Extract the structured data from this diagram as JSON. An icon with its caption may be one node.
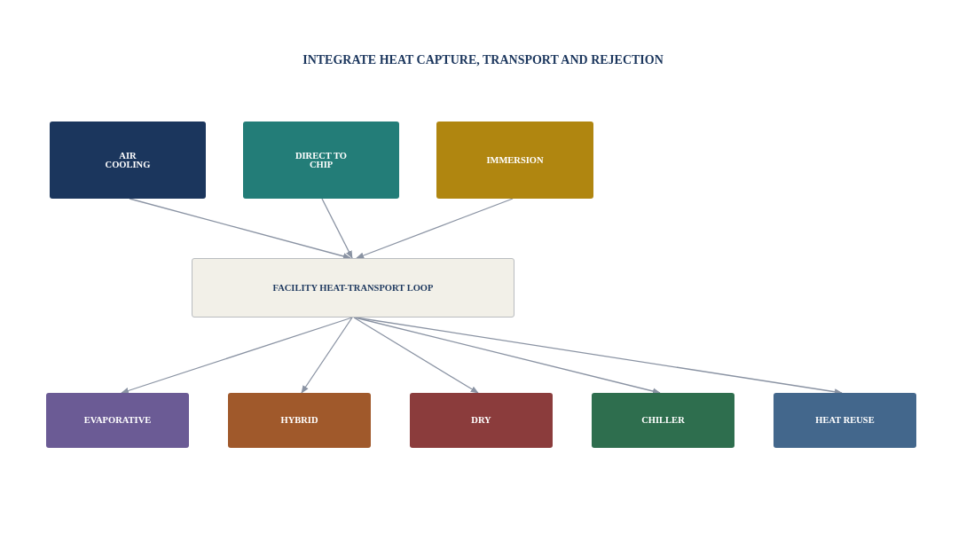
{
  "diagram": {
    "title": "INTEGRATE HEAT CAPTURE, TRANSPORT AND REJECTION",
    "nodes": [
      {
        "text": [
          "AIR COOLING"
        ]
      },
      {
        "text": [
          "DIRECT TO CHIP"
        ]
      },
      {
        "text": [
          "IMMERSION"
        ]
      },
      {
        "text": [
          "FACILITY HEAT-TRANSPORT LOOP"
        ]
      },
      {
        "text": [
          "EVAPORATIVE"
        ]
      },
      {
        "text": [
          "HYBRID"
        ]
      },
      {
        "text": [
          "DRY"
        ]
      },
      {
        "text": [
          "CHILLER"
        ]
      },
      {
        "text": [
          "HEAT REUSE"
        ]
      }
    ],
    "edges": [
      {
        "from": 0,
        "to": 3,
        "arrow": "to"
      },
      {
        "from": 1,
        "to": 3,
        "arrow": "to"
      },
      {
        "from": 2,
        "to": 3,
        "arrow": "to"
      },
      {
        "from": 3,
        "to": 4,
        "arrow": "to"
      },
      {
        "from": 3,
        "to": 5,
        "arrow": "to"
      },
      {
        "from": 3,
        "to": 6,
        "arrow": "to"
      },
      {
        "from": 3,
        "to": 7,
        "arrow": "to"
      },
      {
        "from": 3,
        "to": 8,
        "arrow": "to"
      }
    ]
  }
}
